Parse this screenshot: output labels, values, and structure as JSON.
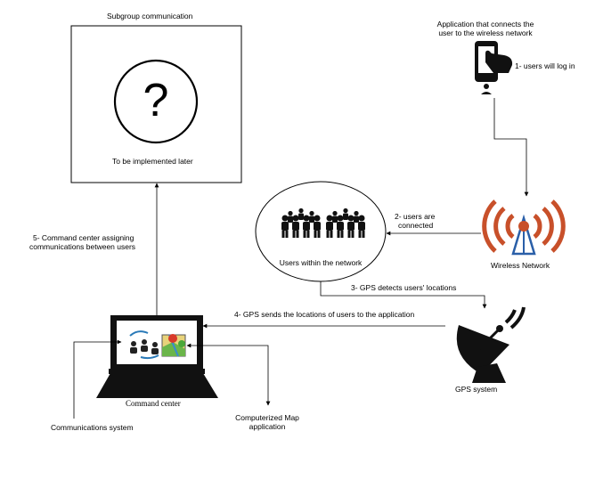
{
  "subgroup": {
    "title": "Subgroup communication",
    "symbol": "?",
    "caption": "To be implemented later"
  },
  "application": {
    "line1": "Application that connects the",
    "line2": "user to the wireless network",
    "step1": "1- users will log in",
    "icon": "phone-touch-icon"
  },
  "network": {
    "users_label": "Users within the network",
    "step2_line1": "2- users are",
    "step2_line2": "connected",
    "wireless_label": "Wireless Network",
    "tower_color": "#c8502a",
    "mast_color": "#2a5fa8"
  },
  "gps": {
    "step3": "3- GPS detects users' locations",
    "step4": "4- GPS sends the locations of users to the application",
    "label": "GPS system"
  },
  "command": {
    "step5_line1": "5- Command center assigning",
    "step5_line2": "communications between users",
    "label": "Command center",
    "comms_label": "Communications system",
    "map_line1": "Computerized Map",
    "map_line2": "application"
  }
}
